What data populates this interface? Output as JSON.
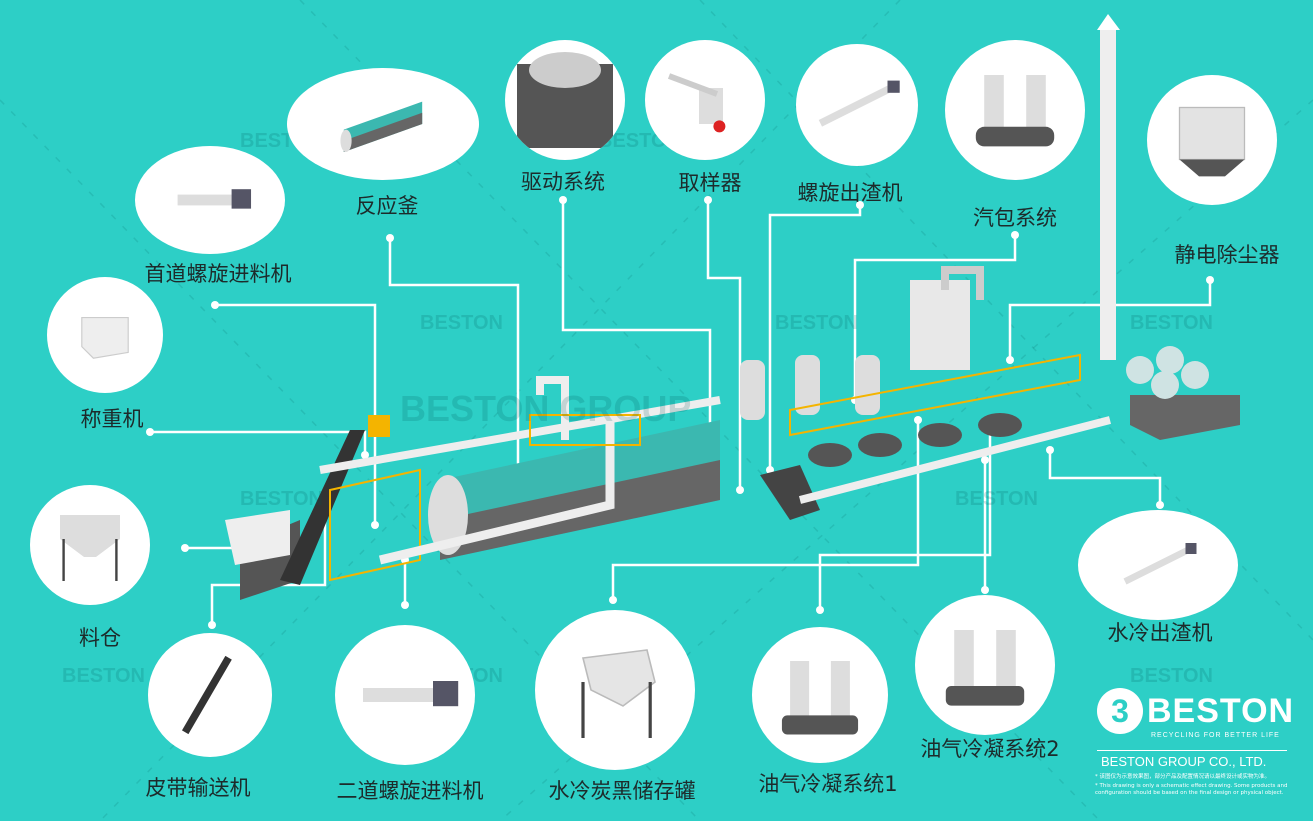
{
  "background_color": "#2dcfc6",
  "watermark": "BESTON",
  "watermark_center": "BESTON GROUP",
  "components": [
    {
      "id": "first-screw-feeder",
      "label": "首道螺旋进料机",
      "icon": "screw-feeder"
    },
    {
      "id": "reactor",
      "label": "反应釜",
      "icon": "reactor"
    },
    {
      "id": "drive-system",
      "label": "驱动系统",
      "icon": "drive-system"
    },
    {
      "id": "sampler",
      "label": "取样器",
      "icon": "sampler"
    },
    {
      "id": "screw-slag-discharger",
      "label": "螺旋出渣机",
      "icon": "screw-discharger"
    },
    {
      "id": "steam-drum-system",
      "label": "汽包系统",
      "icon": "steam-drum"
    },
    {
      "id": "electrostatic-precipitator",
      "label": "静电除尘器",
      "icon": "precipitator"
    },
    {
      "id": "weighing-machine",
      "label": "称重机",
      "icon": "weighing-machine"
    },
    {
      "id": "silo",
      "label": "料仓",
      "icon": "silo"
    },
    {
      "id": "belt-conveyor",
      "label": "皮带输送机",
      "icon": "belt-conveyor"
    },
    {
      "id": "second-screw-feeder",
      "label": "二道螺旋进料机",
      "icon": "screw-feeder"
    },
    {
      "id": "carbon-black-tank",
      "label": "水冷炭黑储存罐",
      "icon": "storage-tank"
    },
    {
      "id": "oil-gas-condenser-1",
      "label": "油气冷凝系统1",
      "icon": "condenser"
    },
    {
      "id": "oil-gas-condenser-2",
      "label": "油气冷凝系统2",
      "icon": "condenser"
    },
    {
      "id": "water-cooled-discharger",
      "label": "水冷出渣机",
      "icon": "screw-discharger"
    }
  ],
  "logo": {
    "brand": "BESTON",
    "tagline": "RECYCLING FOR BETTER LIFE",
    "company": "BESTON GROUP CO., LTD.",
    "note_cn": "* 该图仅为示意效果图，部分产品及配置情况请以最终设计或实物为准。",
    "note_en": "* This drawing is only a schematic effect drawing. Some products and configuration should be based on the final design or physical object."
  }
}
